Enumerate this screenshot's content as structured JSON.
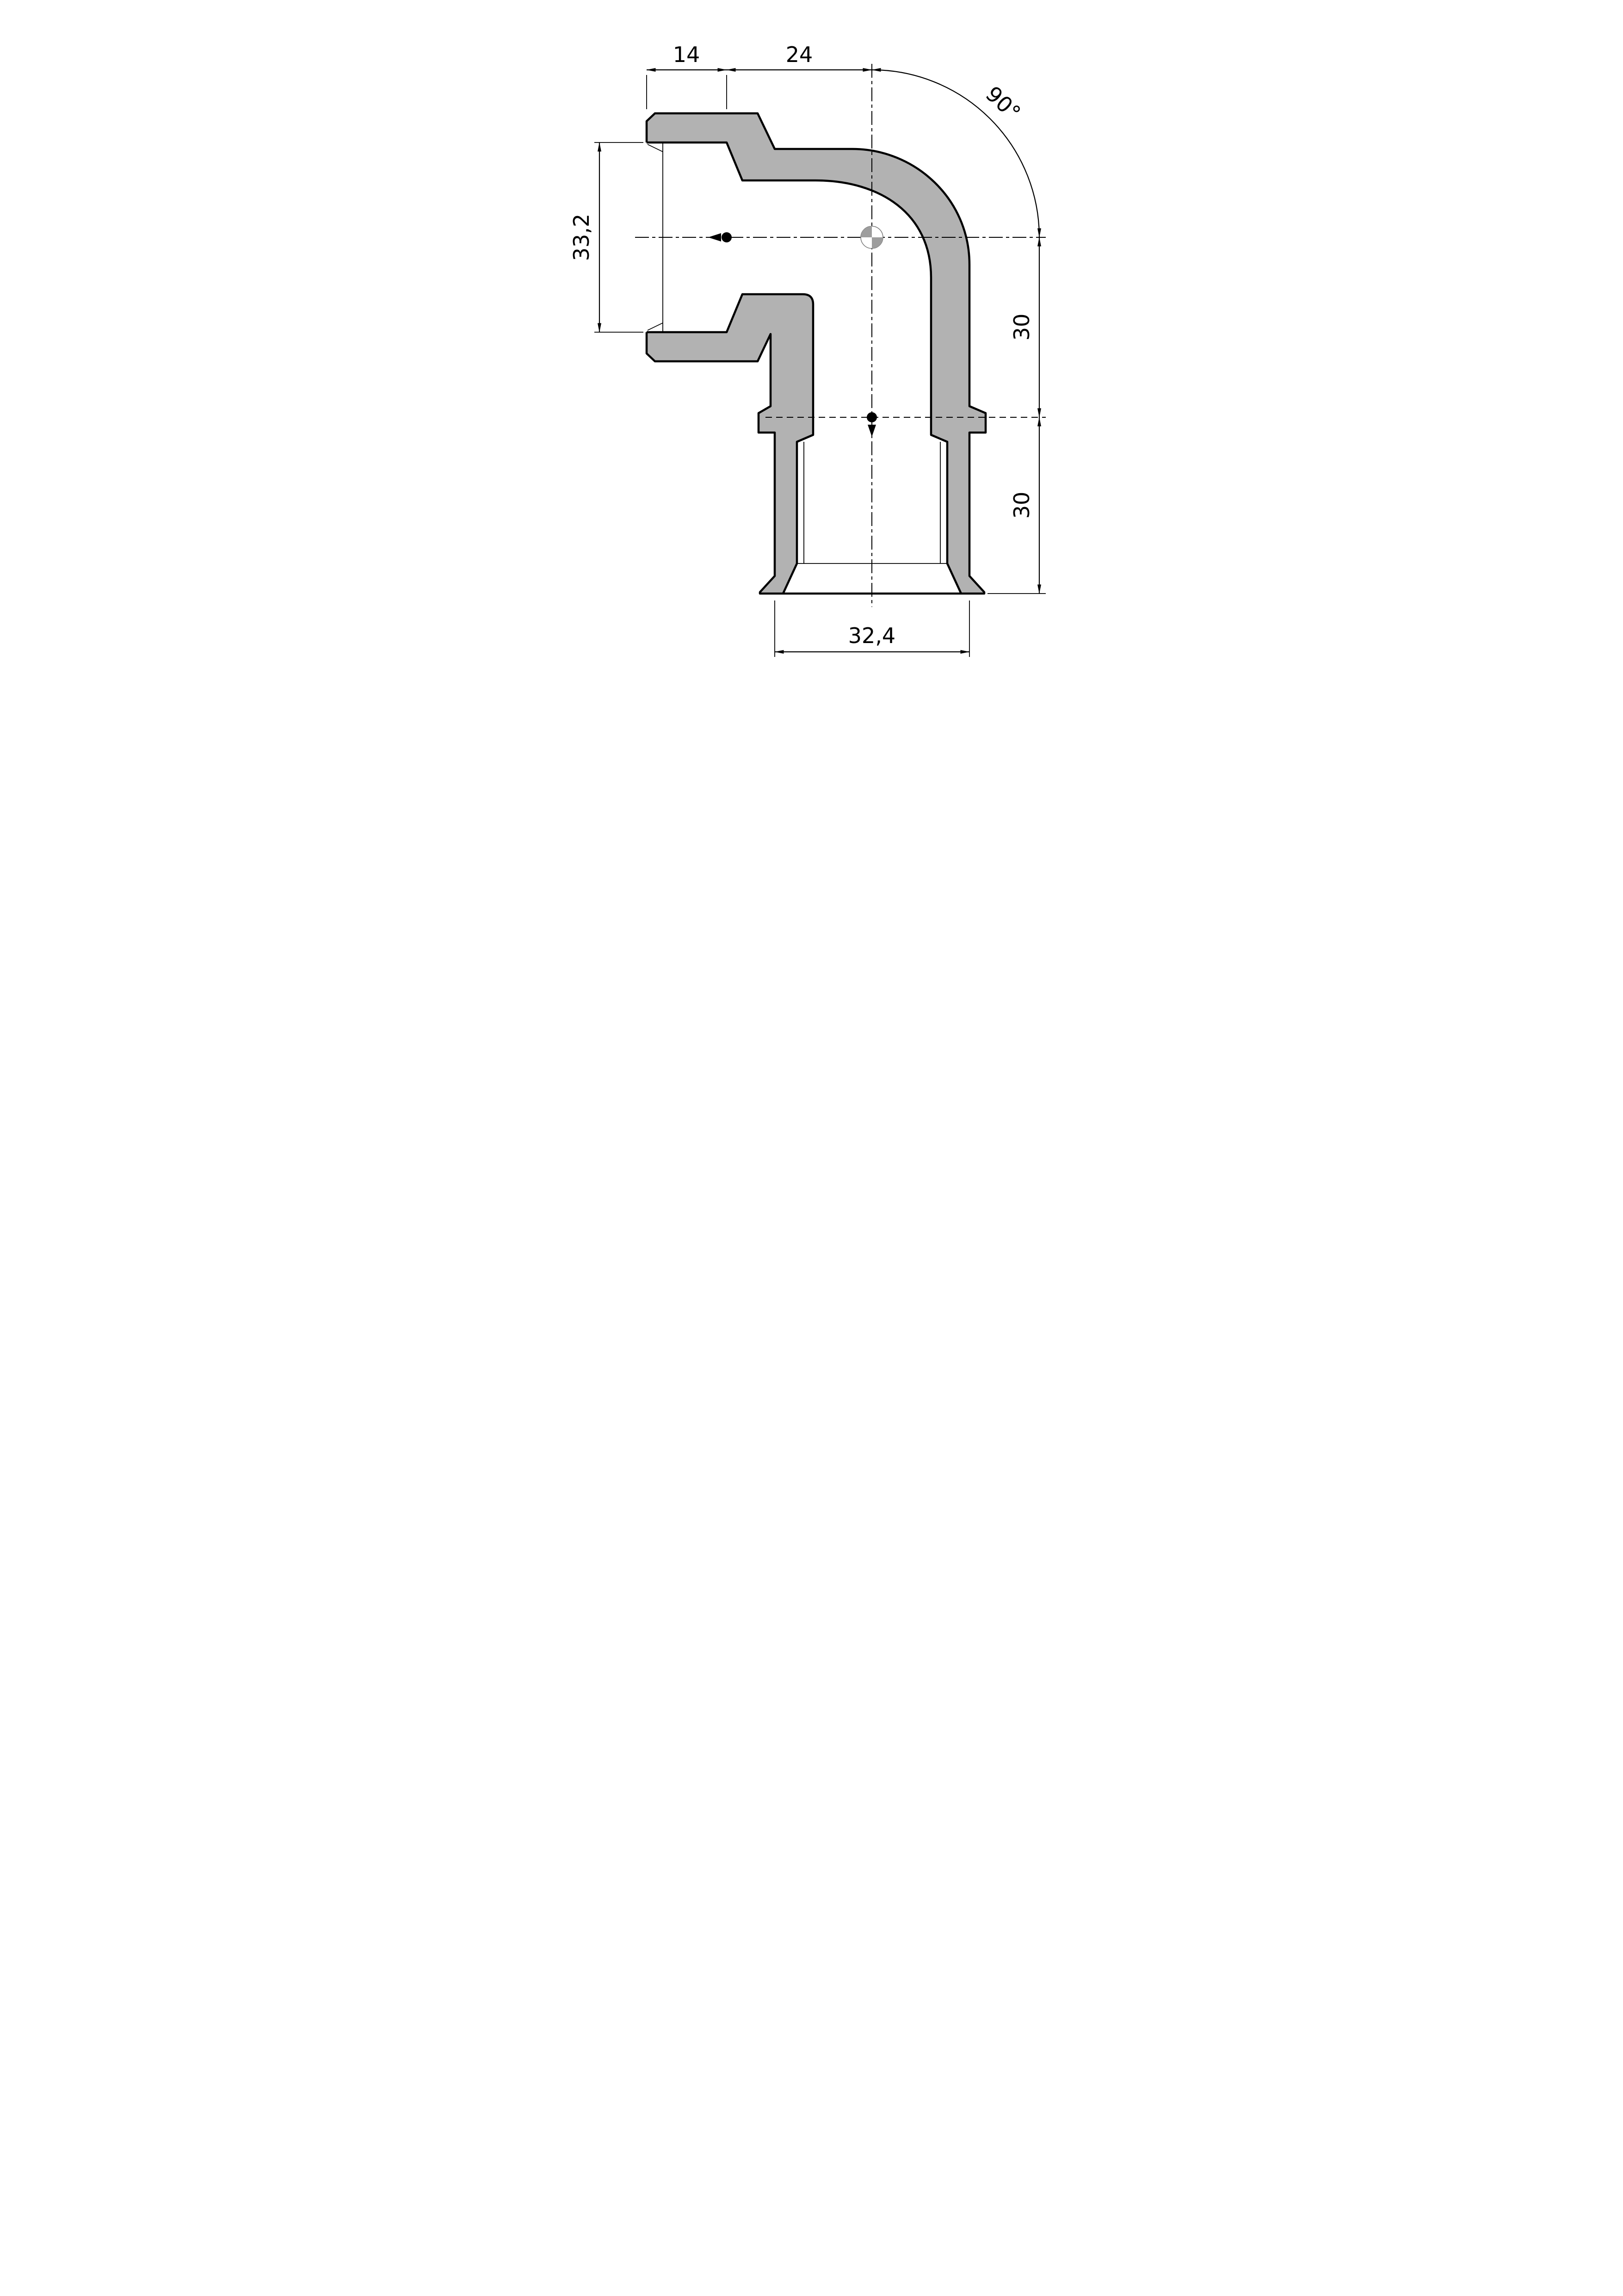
{
  "drawing": {
    "type": "technical-section-drawing",
    "subject": "90-degree elbow fitting, female socket to male press end, cross-section",
    "wall_color": "#b2b2b2",
    "line_color": "#000000",
    "cog_gray": "#9d9d9d",
    "dimensions": {
      "socket_depth": "14",
      "horizontal_length": "24",
      "bend_angle": "90°",
      "socket_bore": "33,2",
      "upper_height": "30",
      "lower_height": "30",
      "spigot_diameter": "32,4"
    }
  }
}
